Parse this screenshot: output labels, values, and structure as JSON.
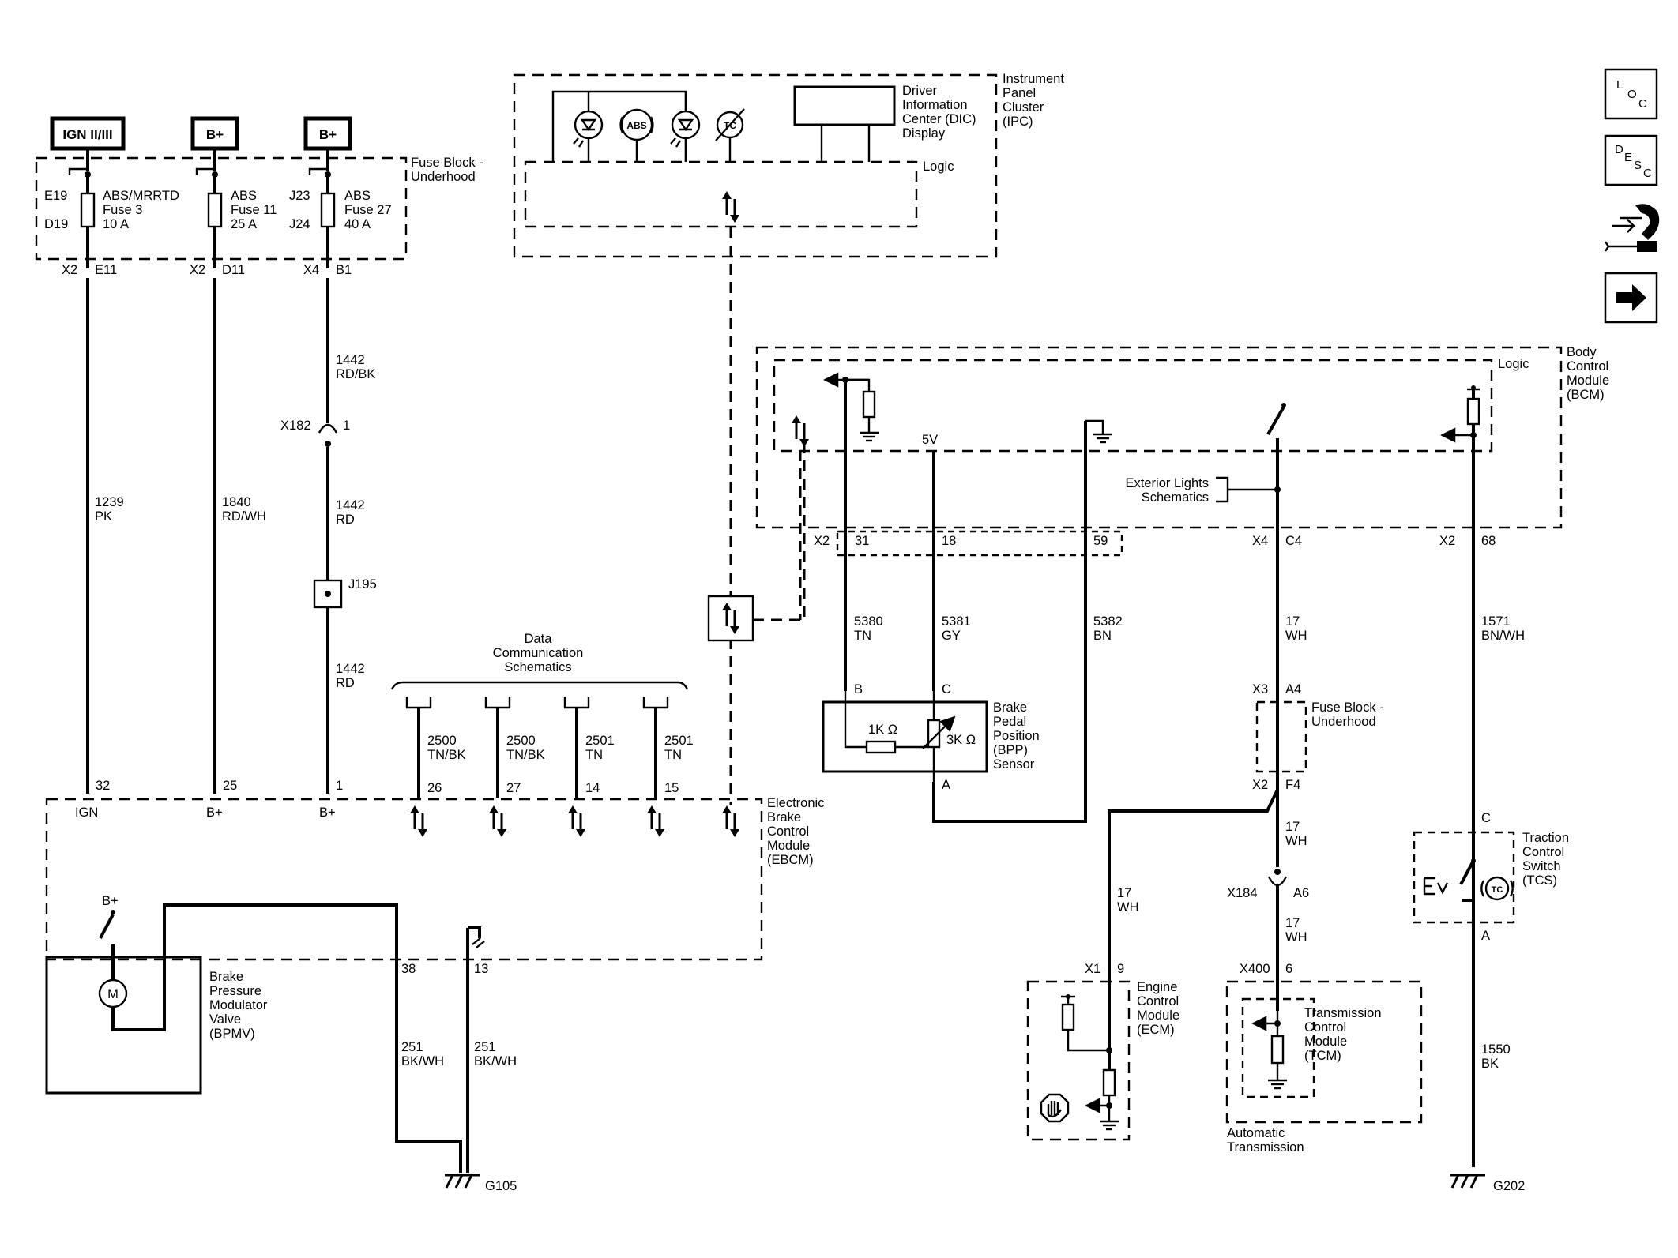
{
  "power_sources": [
    "IGN II/III",
    "B+",
    "B+"
  ],
  "fuse_block_top": {
    "title": [
      "Fuse Block -",
      "Underhood"
    ],
    "fuses": [
      {
        "in_pin": "E19",
        "out_pin": "D19",
        "label": [
          "ABS/MRRTD",
          "Fuse 3",
          "10 A"
        ]
      },
      {
        "label": [
          "ABS",
          "Fuse 11",
          "25 A"
        ]
      },
      {
        "in_pin": "J23",
        "out_pin": "J24",
        "label": [
          "ABS",
          "Fuse 27",
          "40 A"
        ]
      }
    ],
    "connectors": [
      {
        "conn": "X2",
        "pin": "E11"
      },
      {
        "conn": "X2",
        "pin": "D11"
      },
      {
        "conn": "X4",
        "pin": "B1"
      }
    ]
  },
  "wires_left": [
    {
      "circuit": "1239",
      "color": "PK"
    },
    {
      "circuit": "1840",
      "color": "RD/WH"
    },
    {
      "circuit": "1442",
      "color": "RD/BK"
    },
    {
      "circuit": "1442",
      "color": "RD"
    },
    {
      "circuit": "1442",
      "color": "RD"
    }
  ],
  "inline_connectors": {
    "x182": {
      "name": "X182",
      "pin": "1"
    },
    "j195": "J195",
    "x184": {
      "name": "X184",
      "pin": "A6"
    },
    "x400": {
      "name": "X400",
      "pin": "6"
    }
  },
  "ipc": {
    "title": [
      "Instrument",
      "Panel",
      "Cluster",
      "(IPC)"
    ],
    "dic": [
      "Driver",
      "Information",
      "Center (DIC)",
      "Display"
    ],
    "logic": "Logic",
    "abs_icon": "ABS",
    "tc_icon": "TC"
  },
  "data_comm": {
    "title": [
      "Data",
      "Communication",
      "Schematics"
    ],
    "wires": [
      {
        "circuit": "2500",
        "color": "TN/BK",
        "pin": "26"
      },
      {
        "circuit": "2500",
        "color": "TN/BK",
        "pin": "27"
      },
      {
        "circuit": "2501",
        "color": "TN",
        "pin": "14"
      },
      {
        "circuit": "2501",
        "color": "TN",
        "pin": "15"
      }
    ]
  },
  "ebcm": {
    "title": [
      "Electronic",
      "Brake",
      "Control",
      "Module",
      "(EBCM)"
    ],
    "pins": [
      "32",
      "25",
      "1"
    ],
    "pin_labels": [
      "IGN",
      "B+",
      "B+"
    ],
    "motor_supply": "B+",
    "motor_label": "M",
    "ground_pins": [
      "38",
      "13"
    ]
  },
  "bpmv": {
    "title": [
      "Brake",
      "Pressure",
      "Modulator",
      "Valve",
      "(BPMV)"
    ]
  },
  "ground_left": {
    "wires": [
      {
        "circuit": "251",
        "color": "BK/WH"
      },
      {
        "circuit": "251",
        "color": "BK/WH"
      }
    ],
    "name": "G105"
  },
  "bcm": {
    "title": [
      "Body",
      "Control",
      "Module",
      "(BCM)"
    ],
    "logic": "Logic",
    "five_volt": "5V",
    "ext_lights": [
      "Exterior Lights",
      "Schematics"
    ],
    "conn_x2": "X2",
    "pins_x2": [
      "31",
      "18",
      "59"
    ],
    "conn_x4": "X4",
    "pin_c4": "C4",
    "conn_x2b": "X2",
    "pin_68": "68"
  },
  "bpp_wires": [
    {
      "circuit": "5380",
      "color": "TN"
    },
    {
      "circuit": "5381",
      "color": "GY"
    },
    {
      "circuit": "5382",
      "color": "BN"
    }
  ],
  "bpp": {
    "title": [
      "Brake",
      "Pedal",
      "Position",
      "(BPP)",
      "Sensor"
    ],
    "pins": [
      "B",
      "C",
      "A"
    ],
    "r1": "1K Ω",
    "r2": "3K Ω"
  },
  "wire_17wh": {
    "circuit": "17",
    "color": "WH"
  },
  "fuse_block_mid": {
    "title": [
      "Fuse Block -",
      "Underhood"
    ],
    "top_conn": "X3",
    "top_pin": "A4",
    "bot_conn": "X2",
    "bot_pin": "F4"
  },
  "ecm": {
    "title": [
      "Engine",
      "Control",
      "Module",
      "(ECM)"
    ],
    "conn": "X1",
    "pin": "9"
  },
  "tcm": {
    "title": [
      "Transmission",
      "Control",
      "Module",
      "(TCM)"
    ],
    "footer": [
      "Automatic",
      "Transmission"
    ]
  },
  "tcs": {
    "title": [
      "Traction",
      "Control",
      "Switch",
      "(TCS)"
    ],
    "pin_top": "C",
    "pin_bottom": "A",
    "icon": "TC",
    "wire_top": {
      "circuit": "1571",
      "color": "BN/WH"
    },
    "wire_bottom": {
      "circuit": "1550",
      "color": "BK"
    }
  },
  "ground_right": "G202",
  "side_icons": {
    "loc": [
      "L",
      "O",
      "C"
    ],
    "desc": [
      "D",
      "E",
      "S",
      "C"
    ]
  }
}
